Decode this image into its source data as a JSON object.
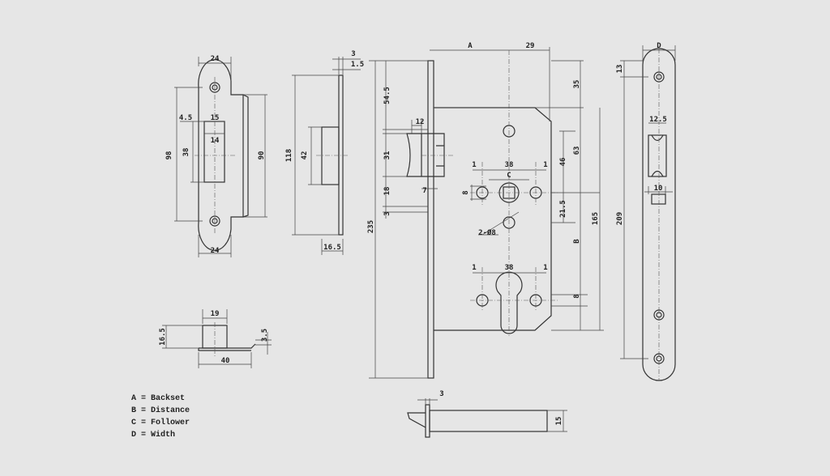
{
  "strike_plate": {
    "width_top": "24",
    "width_bottom": "24",
    "screw_distance": "98",
    "window_height": "38",
    "lip_length": "90",
    "offset": "4.5",
    "window_width": "15",
    "inner_width": "14"
  },
  "strike_side": {
    "height": "118",
    "box_height": "42",
    "thickness": "3",
    "plate_thickness": "1.5",
    "depth": "16.5"
  },
  "strike_bottom": {
    "width": "19",
    "height": "16.5",
    "lip": "3.5",
    "length": "40"
  },
  "lock_body": {
    "backset": "A",
    "offset_29": "29",
    "top_to_latch": "54.5",
    "latch_height": "31",
    "gap_18": "18",
    "gap_3": "3",
    "total_height": "235",
    "latch_width": "12",
    "latch_step": "7",
    "top_35": "35",
    "follower_63": "63",
    "hole_46": "46",
    "hole_21_5": "21.5",
    "distance": "B",
    "cyl_8": "8",
    "body_165": "165",
    "spacing_38_top": "38",
    "spacing_38_bottom": "38",
    "one_a": "1",
    "one_b": "1",
    "one_c": "1",
    "one_d": "1",
    "follower": "C",
    "hole_8": "8",
    "holes_note": "2-Ø8"
  },
  "faceplate": {
    "width": "D",
    "top_13": "13",
    "screw_209": "209",
    "roller_12_5": "12.5",
    "bolt_10": "10"
  },
  "bolt": {
    "thickness": "3",
    "height": "15"
  },
  "legend": [
    "A = Backset",
    "B = Distance",
    "C = Follower",
    "D = Width"
  ]
}
